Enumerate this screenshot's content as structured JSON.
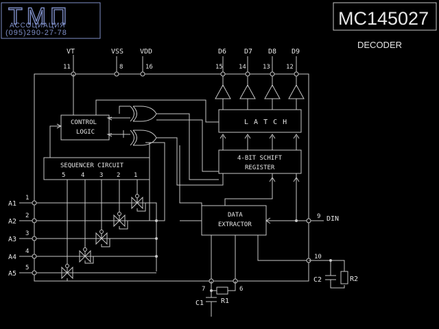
{
  "logo": {
    "mark": "ТМП",
    "line1": "АССОЦИАЦИЯ",
    "line2": "(095)290-27-78"
  },
  "part_number": "MC145027",
  "subtitle": "DECODER",
  "top_pins": [
    {
      "label": "VT",
      "number": "11"
    },
    {
      "label": "VSS",
      "number": "8"
    },
    {
      "label": "VDD",
      "number": "16"
    },
    {
      "label": "D6",
      "number": "15"
    },
    {
      "label": "D7",
      "number": "14"
    },
    {
      "label": "D8",
      "number": "13"
    },
    {
      "label": "D9",
      "number": "12"
    }
  ],
  "blocks": {
    "control_logic": [
      "CONTROL",
      "LOGIC"
    ],
    "latch": "L A T C H",
    "shift_register": [
      "4-BIT SCHIFT",
      "REGISTER"
    ],
    "sequencer": "SEQUENCER CIRCUIT",
    "data_extractor": [
      "DATA",
      "EXTRACTOR"
    ]
  },
  "sequencer_taps": [
    "5",
    "4",
    "3",
    "2",
    "1"
  ],
  "address_pins": [
    {
      "label": "A1",
      "number": "1"
    },
    {
      "label": "A2",
      "number": "2"
    },
    {
      "label": "A3",
      "number": "3"
    },
    {
      "label": "A4",
      "number": "4"
    },
    {
      "label": "A5",
      "number": "5"
    }
  ],
  "din_pin": {
    "label": "DIN",
    "number": "9"
  },
  "rc_pins": {
    "pin7": "7",
    "pin6": "6",
    "pin10": "10"
  },
  "components": {
    "c1": "C1",
    "r1": "R1",
    "c2": "C2",
    "r2": "R2"
  },
  "colors": {
    "background": "#000000",
    "line": "#c8c8c8",
    "logo": "#7f8fc8"
  }
}
